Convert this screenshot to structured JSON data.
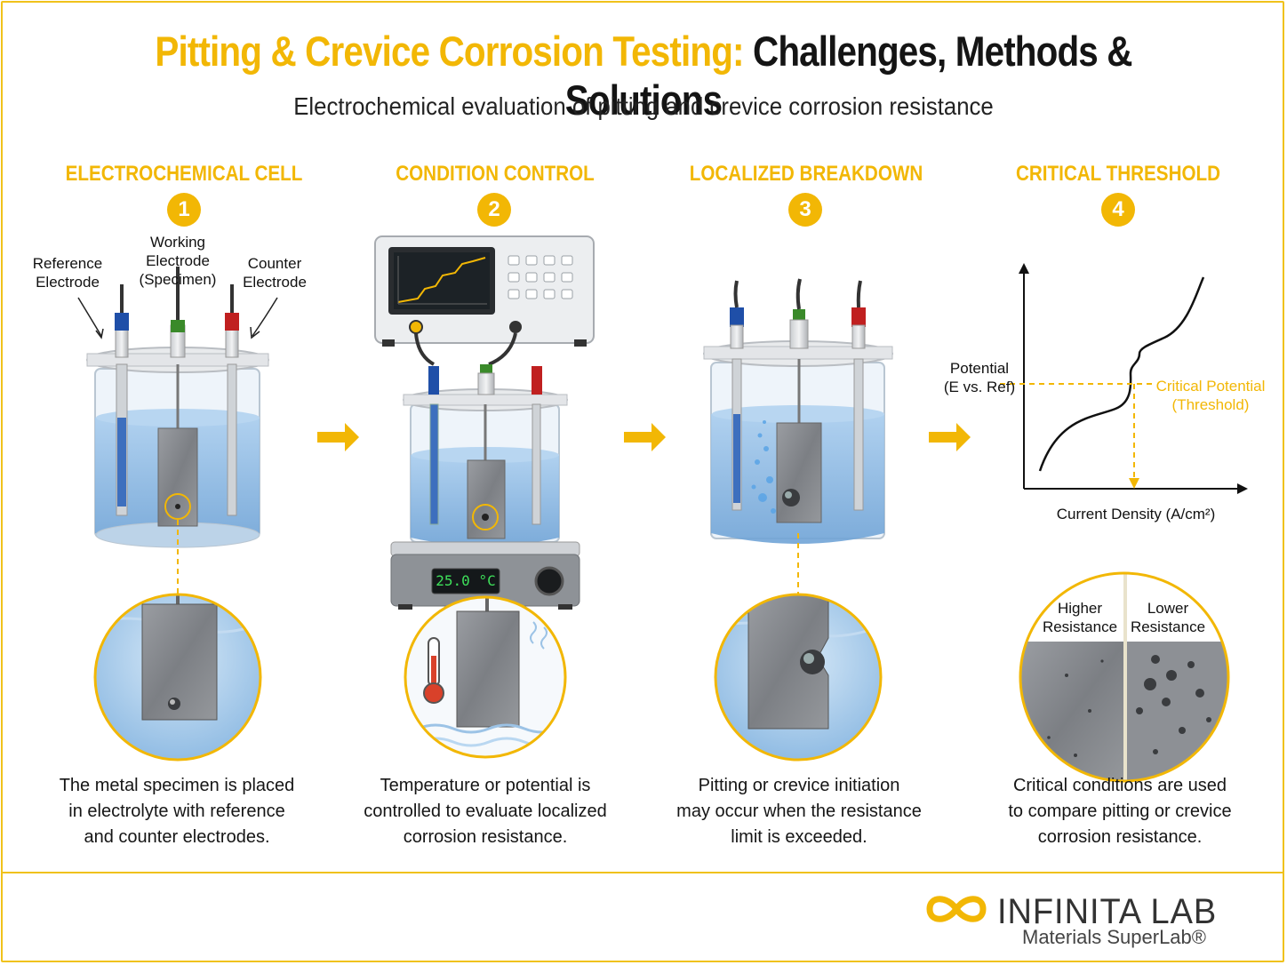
{
  "title": {
    "part1": "Pitting & Crevice Corrosion Testing:",
    "part2": "Challenges, Methods & Solutions"
  },
  "subtitle": "Electrochemical evaluation of pitting and crevice corrosion resistance",
  "steps": [
    {
      "number": "1",
      "heading": "ELECTROCHEMICAL CELL",
      "caption": [
        "The metal specimen is placed",
        "in electrolyte with reference",
        "and counter electrodes."
      ]
    },
    {
      "number": "2",
      "heading": "CONDITION CONTROL",
      "caption": [
        "Temperature or potential is",
        "controlled to evaluate localized",
        "corrosion resistance."
      ]
    },
    {
      "number": "3",
      "heading": "LOCALIZED BREAKDOWN",
      "caption": [
        "Pitting or crevice initiation",
        "may occur when the resistance",
        "limit is exceeded."
      ]
    },
    {
      "number": "4",
      "heading": "CRITICAL THRESHOLD",
      "caption": [
        "Critical conditions are used",
        "to compare pitting or crevice",
        "corrosion resistance."
      ]
    }
  ],
  "cell_labels": {
    "reference": [
      "Reference",
      "Electrode"
    ],
    "working": [
      "Working",
      "Electrode",
      "(Specimen)"
    ],
    "counter": [
      "Counter",
      "Electrode"
    ]
  },
  "hotplate_display": "25.0 °C",
  "chart": {
    "ylabel": [
      "Potential",
      "(E vs. Ref)"
    ],
    "xlabel": "Current Density (A/cm²)",
    "threshold_label": [
      "Critical Potential",
      "(Threshold)"
    ]
  },
  "comparison": {
    "left": [
      "Higher",
      "Resistance"
    ],
    "right": [
      "Lower",
      "Resistance"
    ]
  },
  "logo": {
    "name": "INFINITA LAB",
    "tagline": "Materials SuperLab®"
  },
  "colors": {
    "accent": "#f2b705",
    "water": "#9cc3e6",
    "specimen": "#8a8d91",
    "ref_cap": "#1f4fa8",
    "work_cap": "#3a8a2a",
    "counter_cap": "#c02020"
  }
}
